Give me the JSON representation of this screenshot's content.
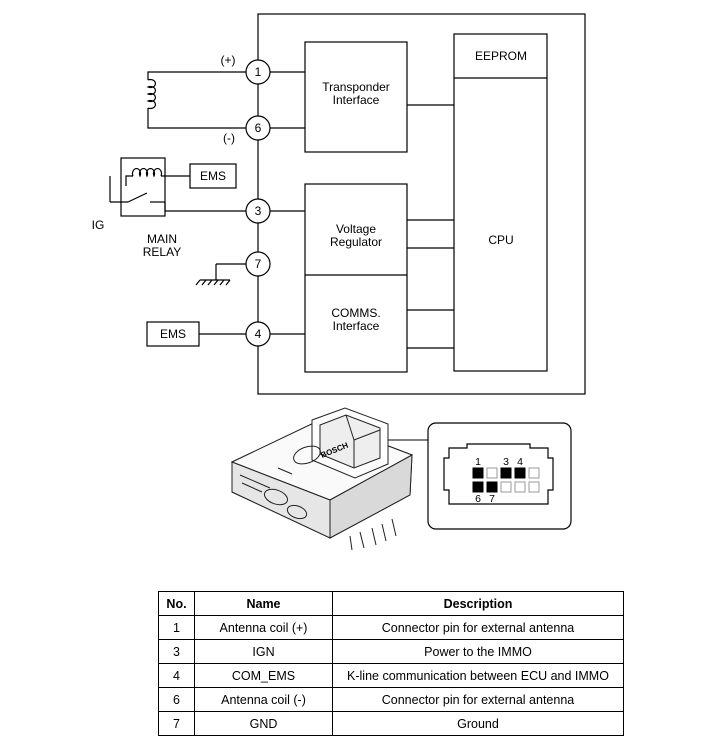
{
  "schematic": {
    "plus_label": "(+)",
    "minus_label": "(-)",
    "ig_label": "IG",
    "relay_label_1": "MAIN",
    "relay_label_2": "RELAY",
    "ems_box_top": "EMS",
    "ems_box_bottom": "EMS",
    "pins": [
      "1",
      "6",
      "3",
      "7",
      "4"
    ],
    "blocks": {
      "transponder_1": "Transponder",
      "transponder_2": "Interface",
      "voltage_1": "Voltage",
      "voltage_2": "Regulator",
      "comms_1": "COMMS.",
      "comms_2": "Interface",
      "eeprom": "EEPROM",
      "cpu": "CPU"
    }
  },
  "connector": {
    "pin_labels_top": [
      "1",
      "3",
      "4"
    ],
    "pin_labels_bottom": [
      "6",
      "7"
    ],
    "brand": "BOSCH"
  },
  "table": {
    "headers": [
      "No.",
      "Name",
      "Description"
    ],
    "rows": [
      [
        "1",
        "Antenna coil (+)",
        "Connector pin for external antenna"
      ],
      [
        "3",
        "IGN",
        "Power to the IMMO"
      ],
      [
        "4",
        "COM_EMS",
        "K-line communication between ECU and IMMO"
      ],
      [
        "6",
        "Antenna coil (-)",
        "Connector pin for external antenna"
      ],
      [
        "7",
        "GND",
        "Ground"
      ]
    ]
  }
}
